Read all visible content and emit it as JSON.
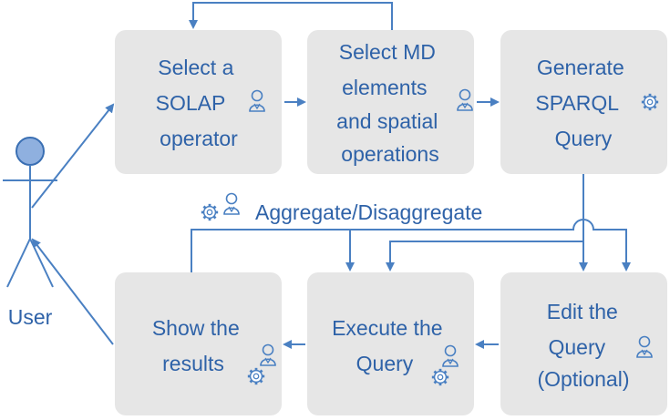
{
  "actor": {
    "label": "User"
  },
  "boxes": {
    "select_operator": [
      "Select a",
      "SOLAP",
      "operator"
    ],
    "select_md": [
      "Select MD",
      "elements",
      "and spatial",
      "operations"
    ],
    "generate": [
      "Generate",
      "SPARQL",
      "Query"
    ],
    "show_results": [
      "Show the",
      "results"
    ],
    "execute": [
      "Execute the",
      "Query"
    ],
    "edit": [
      "Edit  the",
      "Query",
      "(Optional)"
    ]
  },
  "edge_label": "Aggregate/Disaggregate",
  "icons": {
    "user": "user-icon",
    "gear": "gear-icon"
  },
  "colors": {
    "box_fill": "#e6e6e6",
    "text": "#2e62a8",
    "line": "#4a80c2",
    "actor_head": "#8fb0df"
  }
}
